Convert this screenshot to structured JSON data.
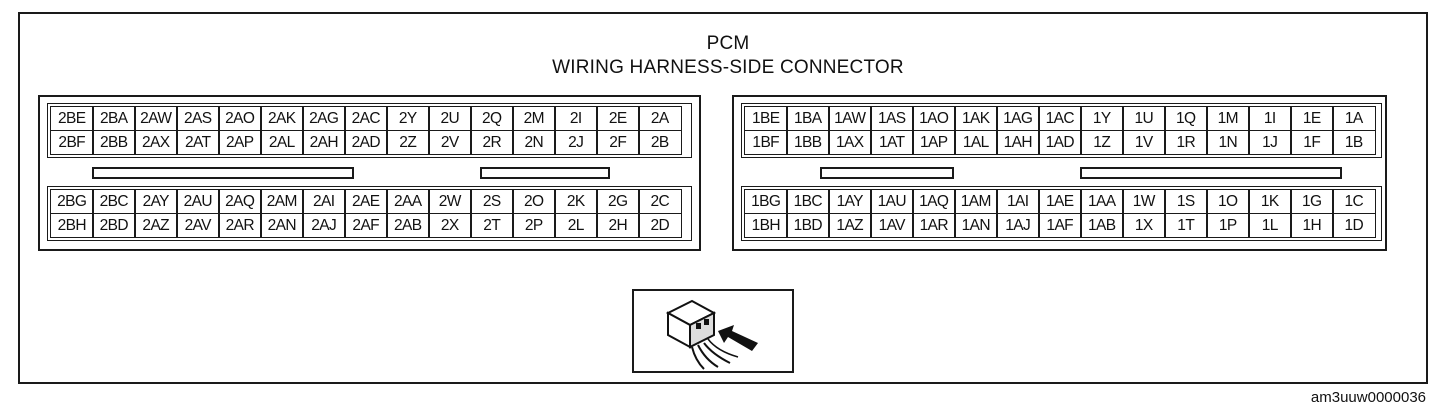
{
  "header": {
    "line1": "PCM",
    "line2": "WIRING HARNESS-SIDE CONNECTOR"
  },
  "connector_2": {
    "upper_rows": [
      [
        "2BE",
        "2BA",
        "2AW",
        "2AS",
        "2AO",
        "2AK",
        "2AG",
        "2AC",
        "2Y",
        "2U",
        "2Q",
        "2M",
        "2I",
        "2E",
        "2A"
      ],
      [
        "2BF",
        "2BB",
        "2AX",
        "2AT",
        "2AP",
        "2AL",
        "2AH",
        "2AD",
        "2Z",
        "2V",
        "2R",
        "2N",
        "2J",
        "2F",
        "2B"
      ]
    ],
    "lower_rows": [
      [
        "2BG",
        "2BC",
        "2AY",
        "2AU",
        "2AQ",
        "2AM",
        "2AI",
        "2AE",
        "2AA",
        "2W",
        "2S",
        "2O",
        "2K",
        "2G",
        "2C"
      ],
      [
        "2BH",
        "2BD",
        "2AZ",
        "2AV",
        "2AR",
        "2AN",
        "2AJ",
        "2AF",
        "2AB",
        "2X",
        "2T",
        "2P",
        "2L",
        "2H",
        "2D"
      ]
    ]
  },
  "connector_1": {
    "upper_rows": [
      [
        "1BE",
        "1BA",
        "1AW",
        "1AS",
        "1AO",
        "1AK",
        "1AG",
        "1AC",
        "1Y",
        "1U",
        "1Q",
        "1M",
        "1I",
        "1E",
        "1A"
      ],
      [
        "1BF",
        "1BB",
        "1AX",
        "1AT",
        "1AP",
        "1AL",
        "1AH",
        "1AD",
        "1Z",
        "1V",
        "1R",
        "1N",
        "1J",
        "1F",
        "1B"
      ]
    ],
    "lower_rows": [
      [
        "1BG",
        "1BC",
        "1AY",
        "1AU",
        "1AQ",
        "1AM",
        "1AI",
        "1AE",
        "1AA",
        "1W",
        "1S",
        "1O",
        "1K",
        "1G",
        "1C"
      ],
      [
        "1BH",
        "1BD",
        "1AZ",
        "1AV",
        "1AR",
        "1AN",
        "1AJ",
        "1AF",
        "1AB",
        "1X",
        "1T",
        "1P",
        "1L",
        "1H",
        "1D"
      ]
    ]
  },
  "icon": {
    "name": "connector-view-icon"
  },
  "caption": "am3uuw0000036"
}
